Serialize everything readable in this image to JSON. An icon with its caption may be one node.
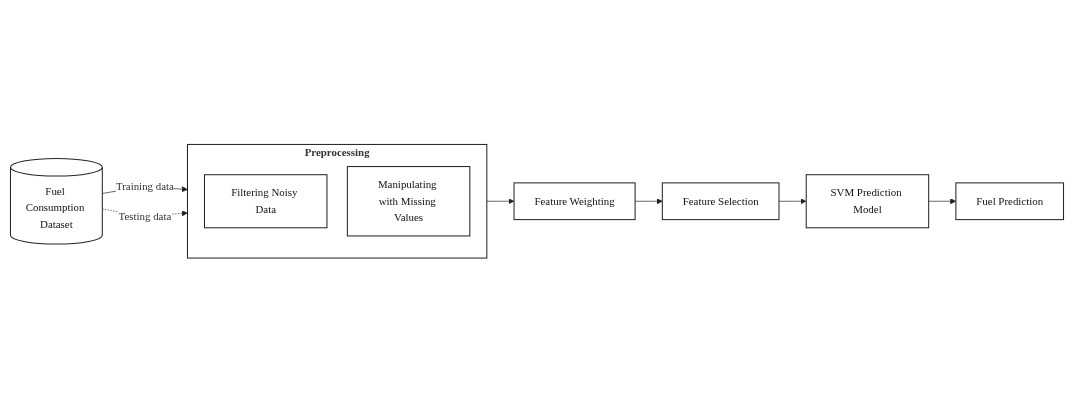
{
  "diagram": {
    "nodes": [
      {
        "text": [
          "Fuel Consumption Dataset"
        ]
      },
      {
        "text": [
          "Preprocessing"
        ]
      },
      {
        "text": [
          "Filtering Noisy Data"
        ],
        "in": 1
      },
      {
        "text": [
          "Manipulating with Missing Values"
        ],
        "in": 1
      },
      {
        "text": [
          "Feature Weighting"
        ]
      },
      {
        "text": [
          "Feature Selection"
        ]
      },
      {
        "text": [
          "SVM Prediction Model"
        ]
      },
      {
        "text": [
          "Fuel Prediction"
        ]
      }
    ],
    "edges": [
      {
        "from": 0,
        "to": 1,
        "arrow": "to",
        "label": "Training data"
      },
      {
        "from": 0,
        "to": 1,
        "arrow": "to",
        "label": "Testing data",
        "style": "dashed"
      },
      {
        "from": 1,
        "to": 4,
        "arrow": "to"
      },
      {
        "from": 4,
        "to": 5,
        "arrow": "to"
      },
      {
        "from": 5,
        "to": 6,
        "arrow": "to"
      },
      {
        "from": 6,
        "to": 7,
        "arrow": "to"
      }
    ]
  }
}
